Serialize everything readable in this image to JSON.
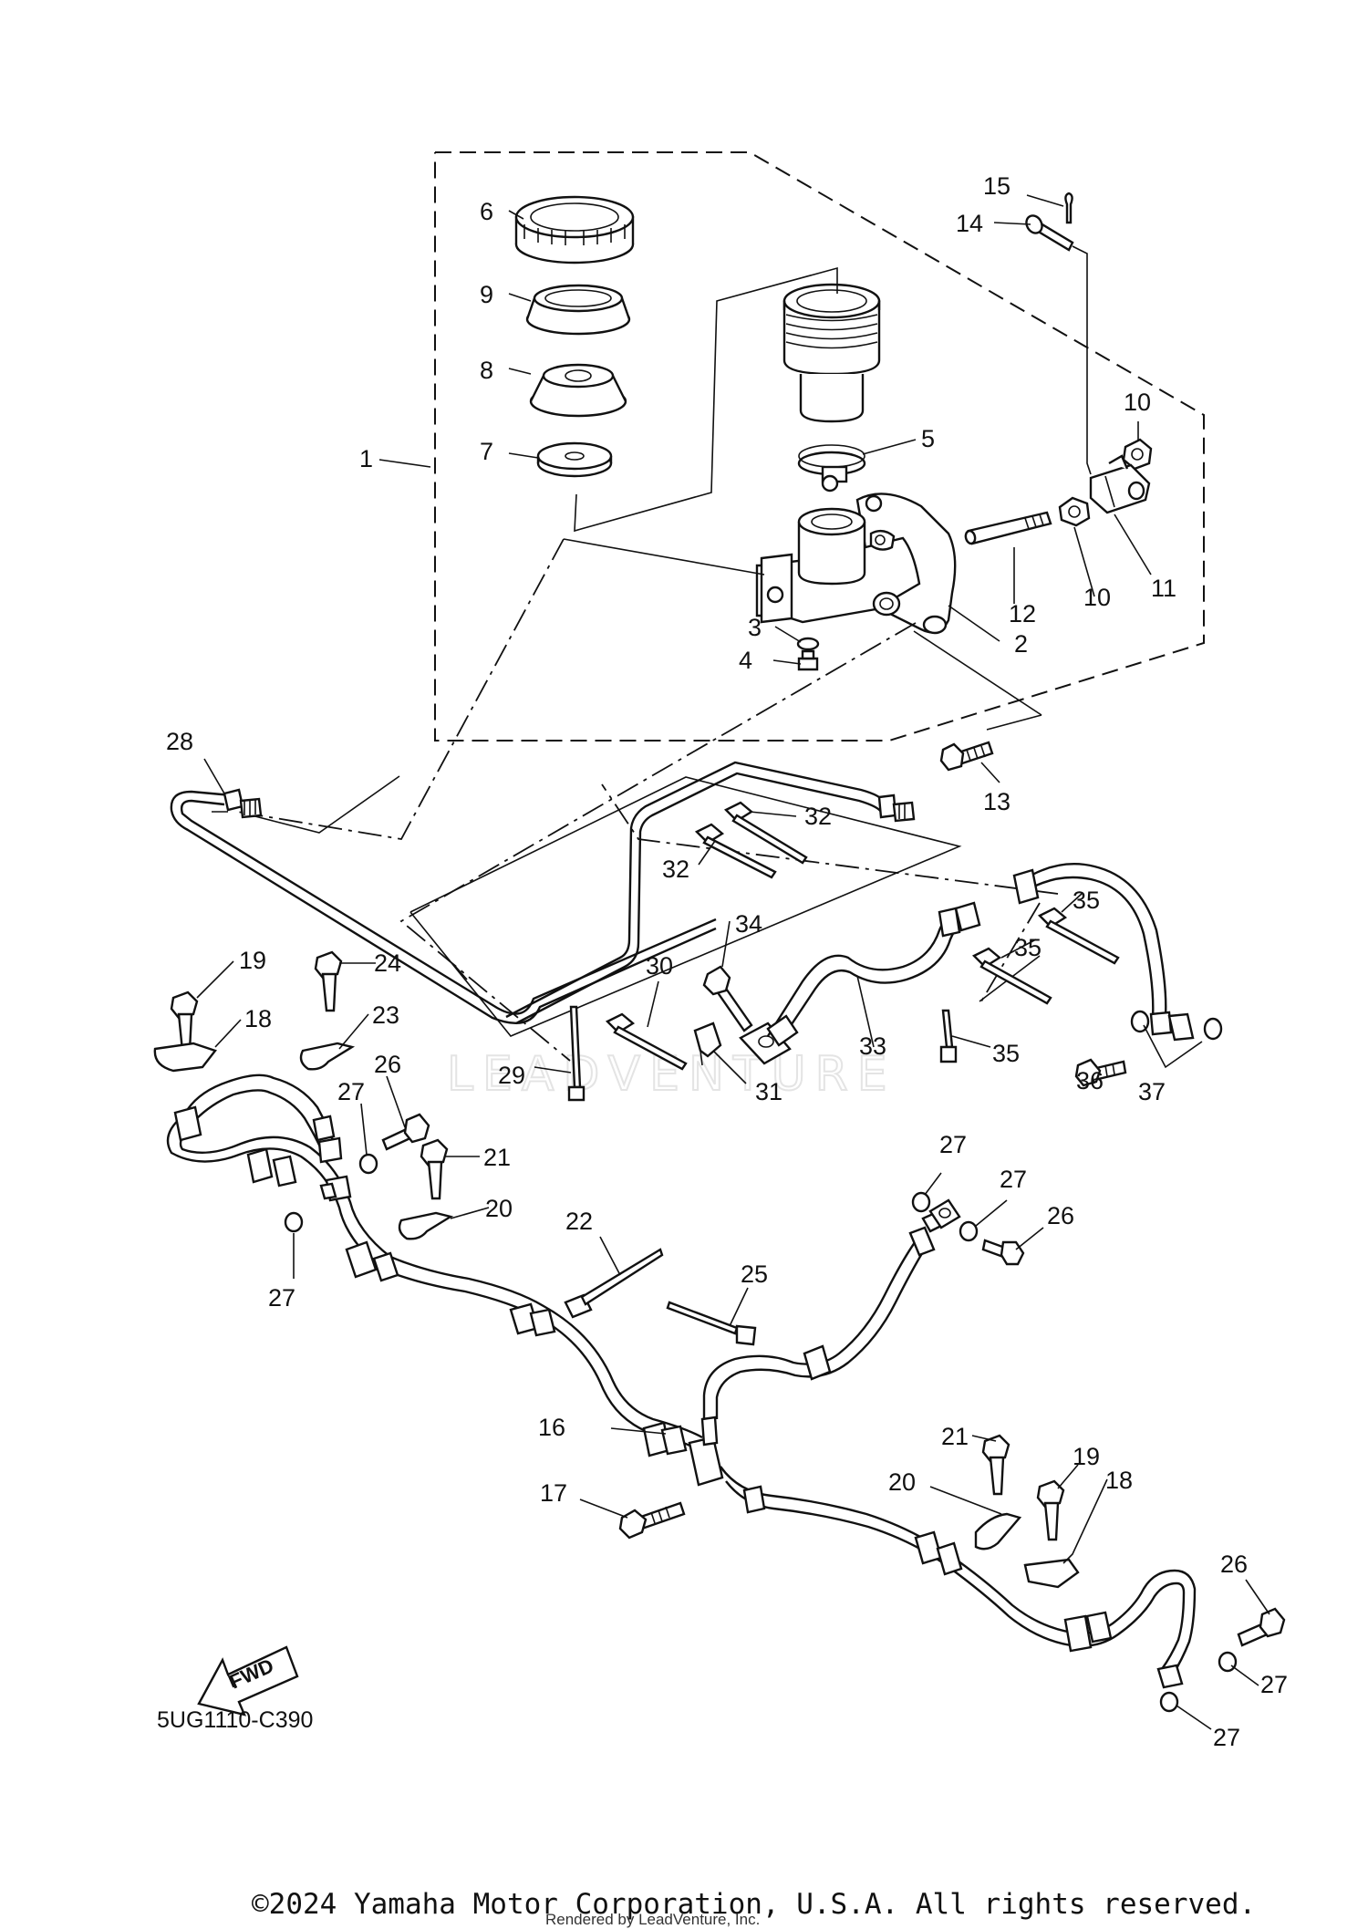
{
  "diagram_code": "5UG1110-C390",
  "fwd_label": "FWD",
  "copyright": "©2024 Yamaha Motor Corporation, U.S.A. All rights reserved.",
  "rendered_by": "Rendered by LeadVenture, Inc.",
  "watermark": "LEADVENTURE",
  "callouts": {
    "c1": "1",
    "c2": "2",
    "c3": "3",
    "c4": "4",
    "c5": "5",
    "c6": "6",
    "c7": "7",
    "c8": "8",
    "c9": "9",
    "c10a": "10",
    "c10b": "10",
    "c11": "11",
    "c12": "12",
    "c13": "13",
    "c14": "14",
    "c15": "15",
    "c16": "16",
    "c17": "17",
    "c18a": "18",
    "c18b": "18",
    "c19a": "19",
    "c19b": "19",
    "c20a": "20",
    "c20b": "20",
    "c21a": "21",
    "c21b": "21",
    "c22": "22",
    "c23": "23",
    "c24": "24",
    "c25": "25",
    "c26a": "26",
    "c26b": "26",
    "c26c": "26",
    "c27a": "27",
    "c27b": "27",
    "c27c": "27",
    "c27d": "27",
    "c27e": "27",
    "c27f": "27",
    "c28": "28",
    "c29": "29",
    "c30": "30",
    "c31": "31",
    "c32a": "32",
    "c32b": "32",
    "c33": "33",
    "c34": "34",
    "c35a": "35",
    "c35b": "35",
    "c35c": "35",
    "c36": "36",
    "c37": "37"
  }
}
